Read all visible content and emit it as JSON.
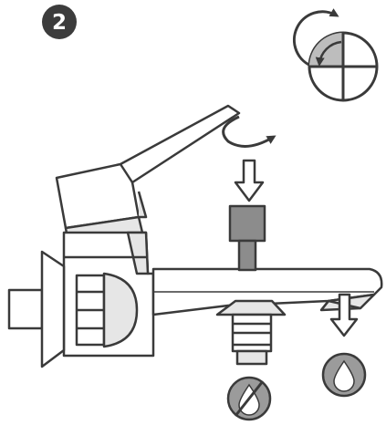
{
  "step": {
    "number": "2",
    "badge_color": "#3c3c3c"
  },
  "rotation_indicator": {
    "direction": "counter-clockwise",
    "turn_fraction": 0.25,
    "quadrant_fill": "#bdbdbd"
  },
  "faucet": {
    "body_fill": "#ffffff",
    "shade_fill": "#e6e6e6",
    "cartridge_fill": "#8c8c8c",
    "line_color": "#3a3a3a"
  },
  "instructions": {
    "lever_action": "lift-and-rotate",
    "arrow_icons": [
      "down-arrow-icon",
      "down-arrow-icon"
    ]
  },
  "outlets": [
    {
      "name": "bottom-outlet",
      "status": "no-water",
      "icon": "no-water-drop-icon"
    },
    {
      "name": "spout-outlet",
      "status": "water-flows",
      "icon": "water-drop-icon"
    }
  ]
}
